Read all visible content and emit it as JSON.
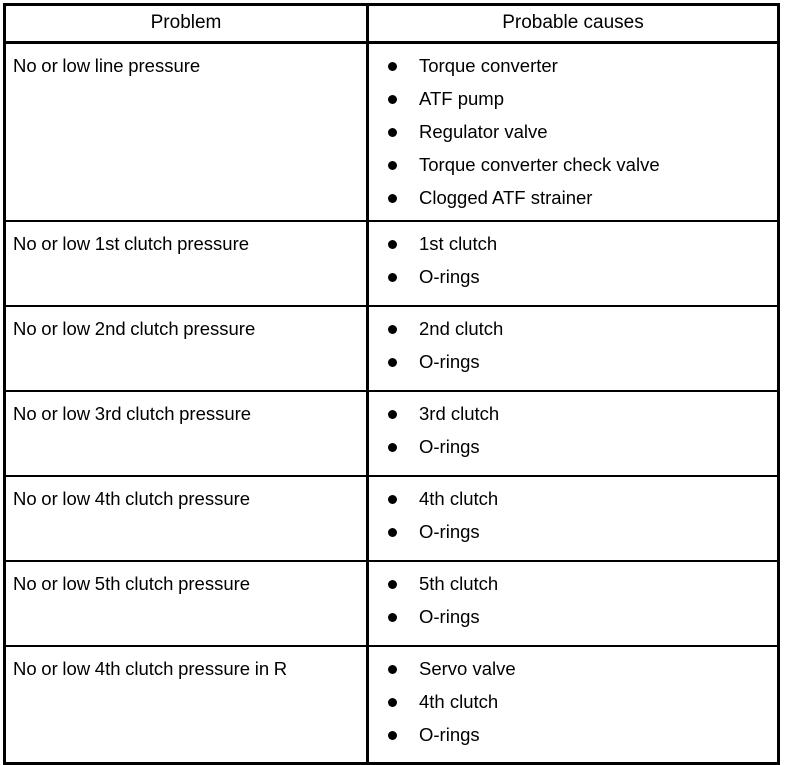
{
  "table": {
    "columns": [
      {
        "key": "problem",
        "header": "Problem"
      },
      {
        "key": "causes",
        "header": "Probable causes"
      }
    ],
    "rows": [
      {
        "problem": "No or low line pressure",
        "causes": [
          "Torque converter",
          "ATF pump",
          "Regulator valve",
          "Torque converter check valve",
          "Clogged ATF strainer"
        ]
      },
      {
        "problem": "No or low 1st clutch pressure",
        "causes": [
          "1st clutch",
          "O-rings"
        ]
      },
      {
        "problem": "No or low 2nd clutch pressure",
        "causes": [
          "2nd clutch",
          "O-rings"
        ]
      },
      {
        "problem": "No or low 3rd clutch pressure",
        "causes": [
          "3rd clutch",
          "O-rings"
        ]
      },
      {
        "problem": "No or low 4th clutch pressure",
        "causes": [
          "4th clutch",
          "O-rings"
        ]
      },
      {
        "problem": "No or low 5th clutch pressure",
        "causes": [
          "5th clutch",
          "O-rings"
        ]
      },
      {
        "problem": "No or low 4th clutch pressure in R",
        "causes": [
          "Servo valve",
          "4th clutch",
          "O-rings"
        ]
      }
    ]
  },
  "style": {
    "border_color": "#000000",
    "text_color": "#000000",
    "background": "#ffffff",
    "bullet_glyph": "filled-circle-bullet"
  }
}
